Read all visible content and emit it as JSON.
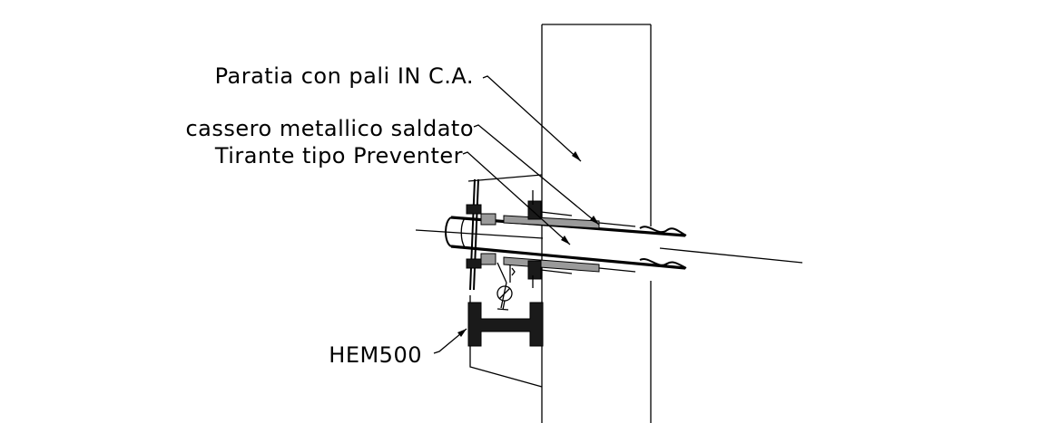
{
  "labels": {
    "paratia": "Paratia con pali IN C.A.",
    "cassero": "cassero metallico saldato",
    "tirante": "Tirante tipo Preventer",
    "hem": "HEM500"
  }
}
